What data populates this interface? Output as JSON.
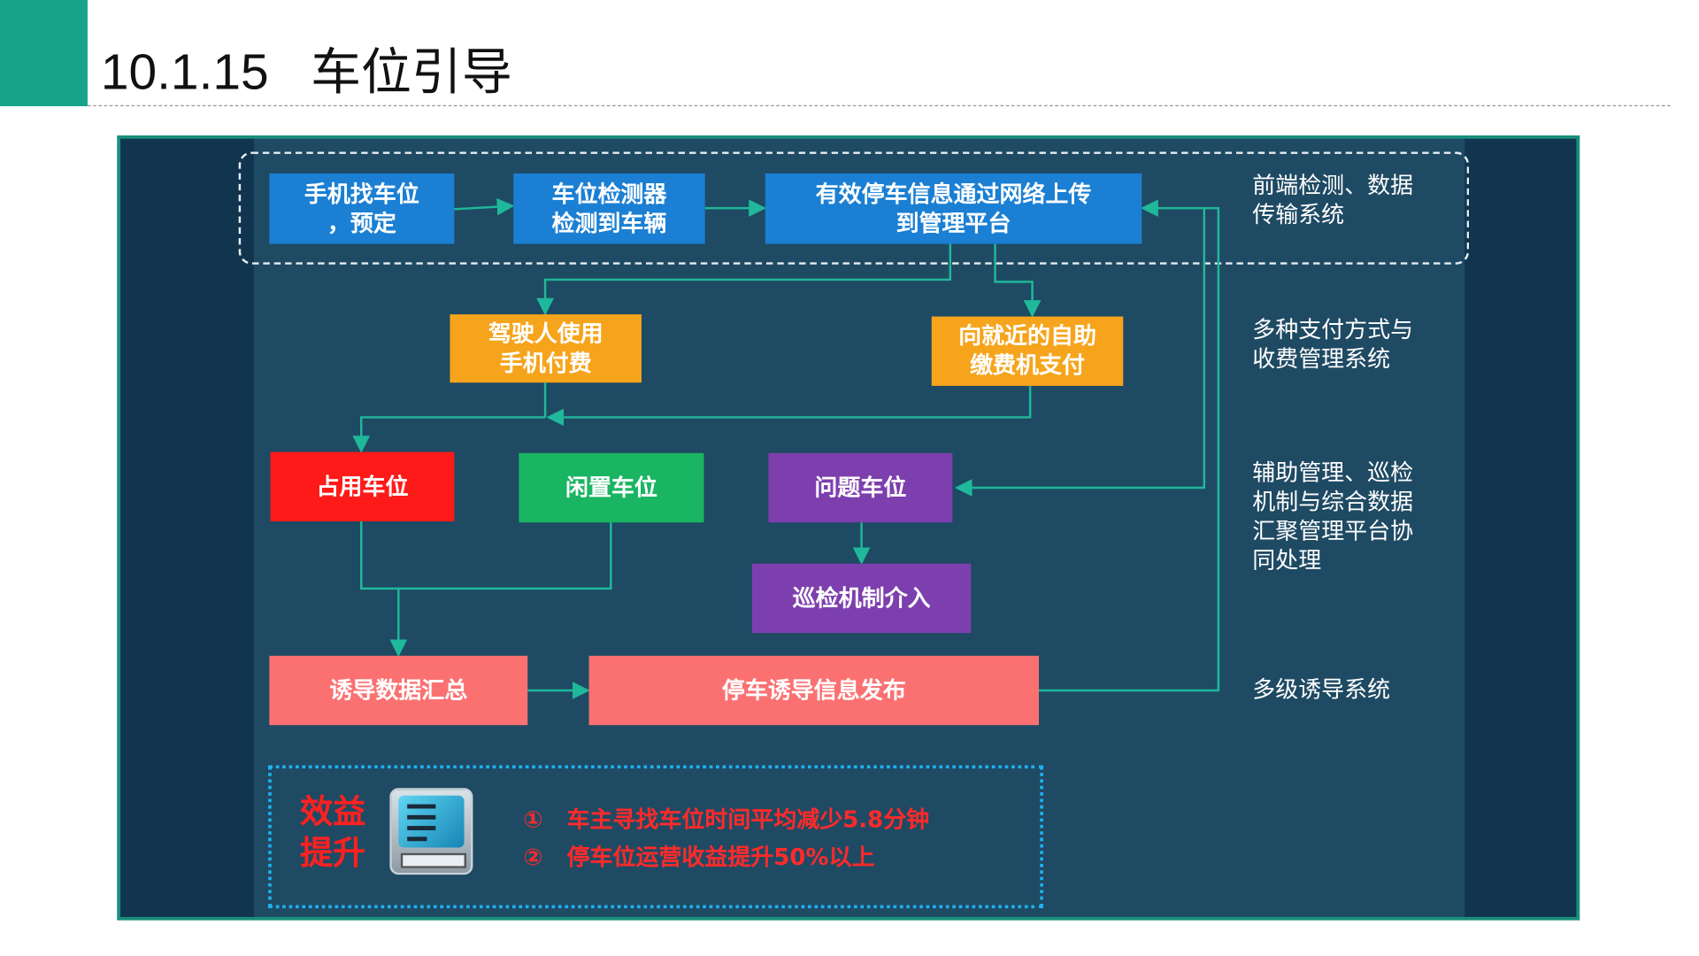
{
  "header": {
    "section_number": "10.1.15",
    "title": "车位引导"
  },
  "colors": {
    "accent": "#16a58a",
    "blue": "#1b7fd3",
    "orange": "#f6a41c",
    "red": "#ff1a1a",
    "green": "#1ab562",
    "purple": "#7d3fae",
    "pink": "#fb7172",
    "line": "#1fb89a"
  },
  "flow": {
    "find_spot": "手机找车位\n，预定",
    "detector": "车位检测器\n检测到车辆",
    "upload": "有效停车信息通过网络上传\n到管理平台",
    "mobile_pay": "驾驶人使用\n手机付费",
    "kiosk_pay": "向就近的自助\n缴费机支付",
    "occupied": "占用车位",
    "idle": "闲置车位",
    "problem": "问题车位",
    "patrol": "巡检机制介入",
    "summary": "诱导数据汇总",
    "publish": "停车诱导信息发布"
  },
  "side_labels": [
    "前端检测、数据\n传输系统",
    "多种支付方式与\n收费管理系统",
    "辅助管理、巡检\n机制与综合数据\n汇聚管理平台协\n同处理",
    "多级诱导系统"
  ],
  "benefit": {
    "title": "效益\n提升",
    "items": [
      {
        "marker": "①",
        "text": "车主寻找车位时间平均减少5.8分钟"
      },
      {
        "marker": "②",
        "text": "停车位运营收益提升50%以上"
      }
    ]
  }
}
